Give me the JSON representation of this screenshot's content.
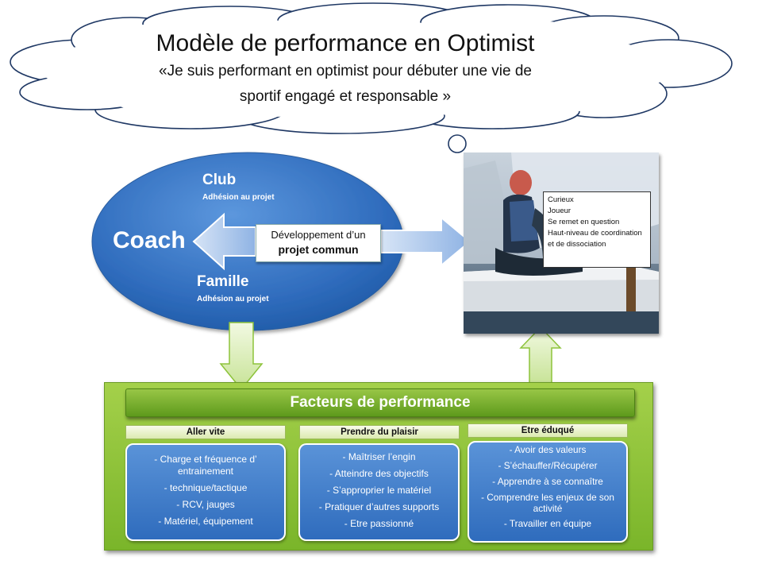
{
  "title": {
    "main": "Modèle de performance en Optimist",
    "quote_line1": "«Je suis performant en optimist pour débuter une vie de",
    "quote_line2": "sportif engagé et responsable »"
  },
  "entourage": {
    "club": {
      "title": "Club",
      "subtitle": "Adhésion au projet"
    },
    "coach": "Coach",
    "famille": {
      "title": "Famille",
      "subtitle": "Adhésion au projet"
    }
  },
  "center_box": {
    "line1": "Développement d’un",
    "line2": "projet commun"
  },
  "photo_note": {
    "items": [
      "Curieux",
      "Joueur",
      "Se remet en question",
      "Haut-niveau de coordination et de dissociation"
    ]
  },
  "facteurs": {
    "title": "Facteurs de performance",
    "columns": [
      {
        "header": "Aller vite",
        "items": [
          "- Charge et fréquence d’ entrainement",
          "-  technique/tactique",
          "- RCV, jauges",
          "- Matériel, équipement"
        ]
      },
      {
        "header": "Prendre du plaisir",
        "items": [
          "- Maîtriser l’engin",
          "- Atteindre des objectifs",
          "- S’approprier le matériel",
          "- Pratiquer d’autres supports",
          "- Etre passionné"
        ]
      },
      {
        "header": "Etre éduqué",
        "items": [
          "- Avoir des valeurs",
          "- S’échauffer/Récupérer",
          "- Apprendre à se connaître",
          "- Comprendre les enjeux de son activité",
          "- Travailler en équipe"
        ]
      }
    ]
  },
  "colors": {
    "ellipse_blue": "#2f6cbd",
    "panel_green": "#8dc33b",
    "arrow_light_blue": "#aec8ea",
    "arrow_light_green": "#d8ecb0"
  }
}
